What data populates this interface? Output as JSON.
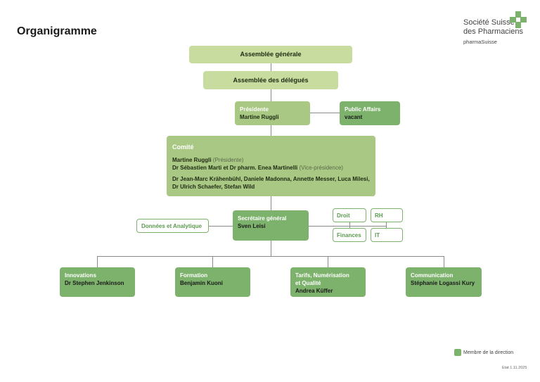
{
  "title": "Organigramme",
  "logo": {
    "line1": "Société Suisse",
    "line2": "des Pharmaciens",
    "sub": "pharmaSuisse",
    "icon": "green-cross-icon"
  },
  "nodes": {
    "assembly": "Assemblée générale",
    "delegates": "Assemblée des délégués",
    "president": {
      "role": "Présidente",
      "name": "Martine Ruggli"
    },
    "public_affairs": {
      "role": "Public Affairs",
      "name": "vacant"
    },
    "committee": {
      "title": "Comité",
      "line1_name": "Martine Ruggli",
      "line1_role": "(Présidente)",
      "line2_name": "Dr Sébastien Marti et Dr pharm. Enea Martinelli",
      "line2_role": "(Vice-présidence)",
      "line3": "Dr Jean-Marc Krähenbühl, Daniele Madonna, Annette Messer, Luca Milesi,",
      "line4": "Dr Ulrich Schaefer, Stefan Wild"
    },
    "secretary": {
      "role": "Secrétaire général",
      "name": "Sven Leisi"
    },
    "data_analytics": "Données et Analytique",
    "droit": "Droit",
    "rh": "RH",
    "finances": "Finances",
    "it": "IT",
    "departments": [
      {
        "role": "Innovations",
        "name": "Dr Stephen Jenkinson"
      },
      {
        "role": "Formation",
        "name": "Benjamin Kuoni"
      },
      {
        "role": "Tarifs, Numérisation et Qualité",
        "name": "Andrea Küffer"
      },
      {
        "role": "Communication",
        "name": "Stéphanie Logassi Kury"
      }
    ]
  },
  "legend": {
    "label": "Membre de la direction",
    "color": "#7cb26b"
  },
  "state": "Etat 1.11.2025"
}
